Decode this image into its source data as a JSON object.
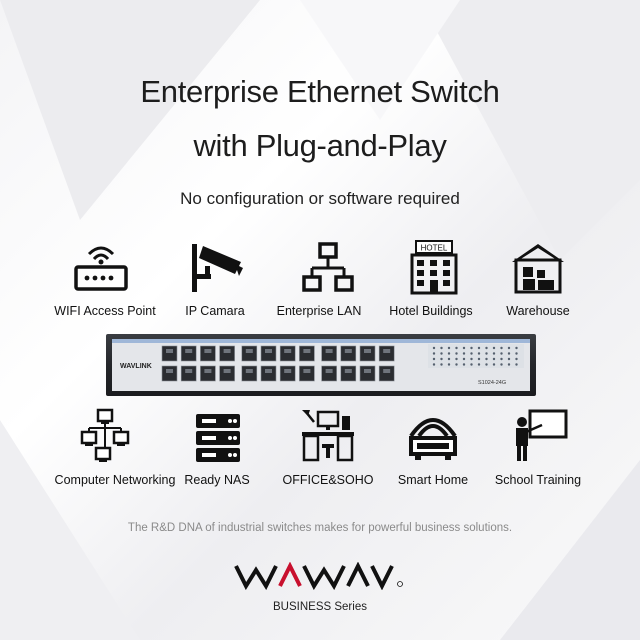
{
  "hero": {
    "title_line1": "Enterprise Ethernet Switch",
    "title_line2": "with Plug-and-Play",
    "subtitle": "No configuration or software required"
  },
  "uses_top": [
    {
      "label": "WIFI Access Point",
      "icon": "wifi-router-icon"
    },
    {
      "label": "IP Camara",
      "icon": "cctv-camera-icon"
    },
    {
      "label": "Enterprise LAN",
      "icon": "network-topology-icon"
    },
    {
      "label": "Hotel Buildings",
      "icon": "hotel-building-icon"
    },
    {
      "label": "Warehouse",
      "icon": "warehouse-icon"
    }
  ],
  "uses_bottom": [
    {
      "label": "Computer Networking",
      "icon": "computer-network-icon"
    },
    {
      "label": "Ready NAS",
      "icon": "nas-server-icon"
    },
    {
      "label": "OFFICE&SOHO",
      "icon": "office-desk-icon"
    },
    {
      "label": "Smart Home",
      "icon": "smart-home-router-icon"
    },
    {
      "label": "School Training",
      "icon": "teacher-board-icon"
    }
  ],
  "product": {
    "model": "S1024-24G",
    "brand_on_device": "WAVLINK-style",
    "port_count": 24
  },
  "tagline": "The R&D DNA of industrial switches makes for powerful business solutions.",
  "brand": {
    "series": "BUSINESS Series",
    "accent_color": "#c8102e"
  }
}
